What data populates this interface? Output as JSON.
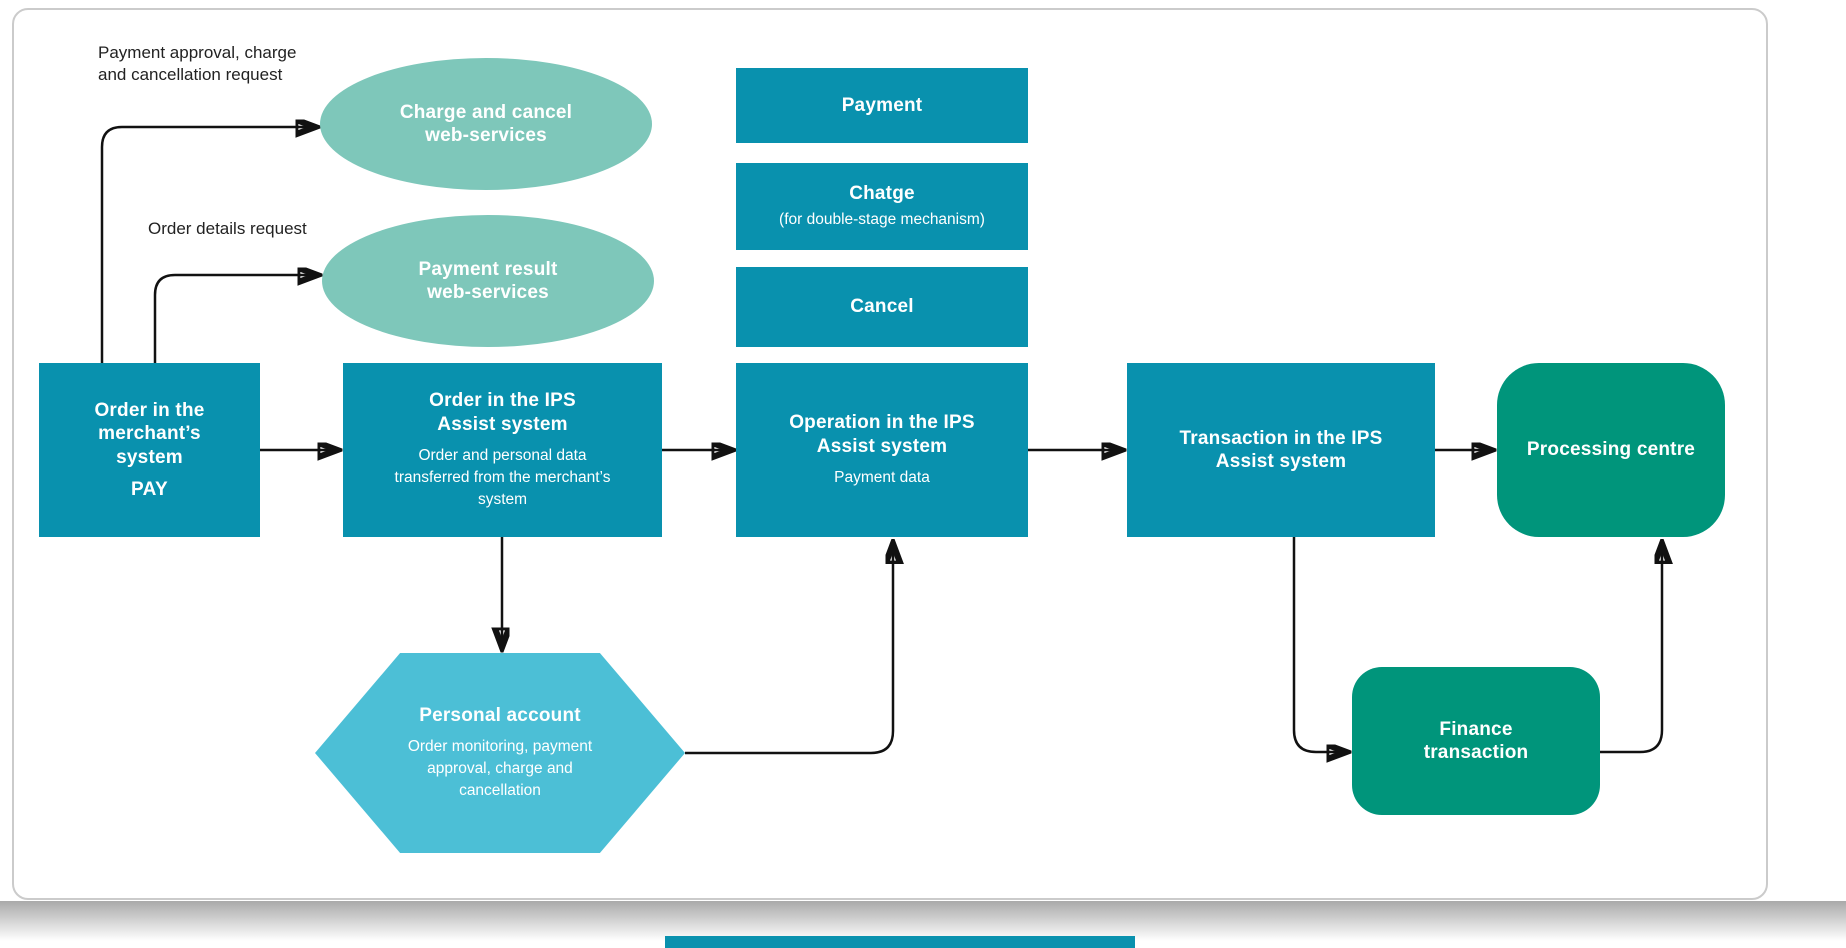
{
  "colors": {
    "teal": "#0991ae",
    "soft_green": "#7ec7ba",
    "light_blue": "#4cbfd6",
    "green": "#00957b",
    "line": "#111111",
    "label_text": "#222222",
    "canvas_border": "#cbcbcb"
  },
  "annotations": {
    "payment_approval_label": "Payment approval, charge\nand cancellation request",
    "order_details_label": "Order details request"
  },
  "nodes": {
    "charge_cancel_ellipse": {
      "title": "Charge and cancel\nweb-services"
    },
    "payment_result_ellipse": {
      "title": "Payment result\nweb-services"
    },
    "payment_rect": {
      "title": "Payment"
    },
    "chatge_rect": {
      "title": "Chatge",
      "subtitle": "(for double-stage mechanism)"
    },
    "cancel_rect": {
      "title": "Cancel"
    },
    "merchant_order": {
      "title": "Order in the\nmerchant’s\nsystem",
      "subtitle": "PAY"
    },
    "ips_order": {
      "title": "Order in the IPS\nAssist system",
      "subtitle": "Order and personal data\ntransferred from the merchant’s\nsystem"
    },
    "ips_operation": {
      "title": "Operation in the IPS\nAssist system",
      "subtitle": "Payment data"
    },
    "ips_transaction": {
      "title": "Transaction in the IPS\nAssist system"
    },
    "processing_centre": {
      "title": "Processing centre"
    },
    "personal_account": {
      "title": "Personal account",
      "subtitle": "Order monitoring, payment\napproval, charge and\ncancellation"
    },
    "finance_transaction": {
      "title": "Finance\ntransaction"
    }
  }
}
